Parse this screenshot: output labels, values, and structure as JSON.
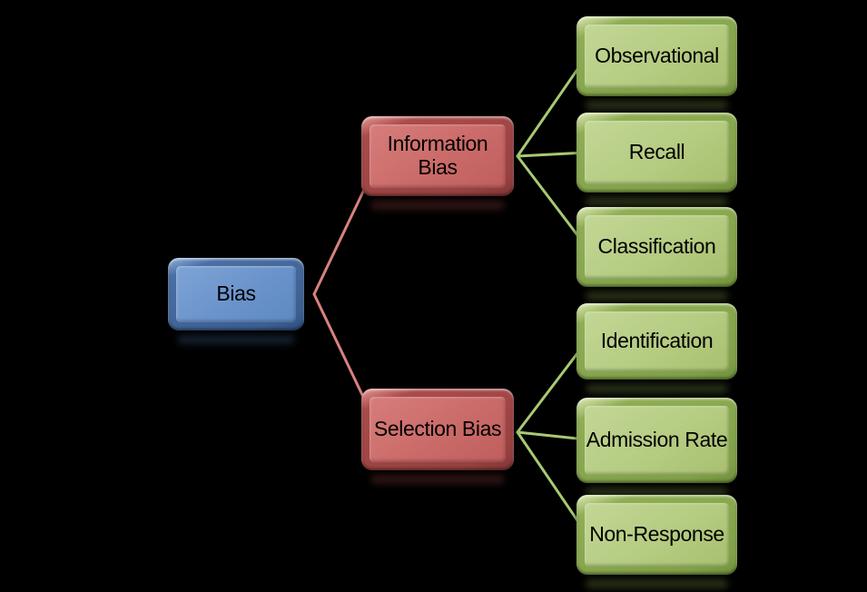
{
  "diagram": {
    "background": "#000000",
    "text_color": "#000000",
    "root": {
      "label": "Bias",
      "color": "#6b93cb"
    },
    "branches": [
      {
        "label": "Information Bias",
        "color": "#cb6b69",
        "children": [
          {
            "label": "Observational",
            "color": "#b5cc82"
          },
          {
            "label": "Recall",
            "color": "#b5cc82"
          },
          {
            "label": "Classification",
            "color": "#b5cc82"
          }
        ]
      },
      {
        "label": "Selection Bias",
        "color": "#cb6b69",
        "children": [
          {
            "label": "Identification",
            "color": "#b5cc82"
          },
          {
            "label": "Admission Rate",
            "color": "#b5cc82"
          },
          {
            "label": "Non-Response",
            "color": "#b5cc82"
          }
        ]
      }
    ],
    "connector_colors": {
      "root_to_branch": "#d9827e",
      "branch_to_leaf": "#a9c973"
    }
  }
}
